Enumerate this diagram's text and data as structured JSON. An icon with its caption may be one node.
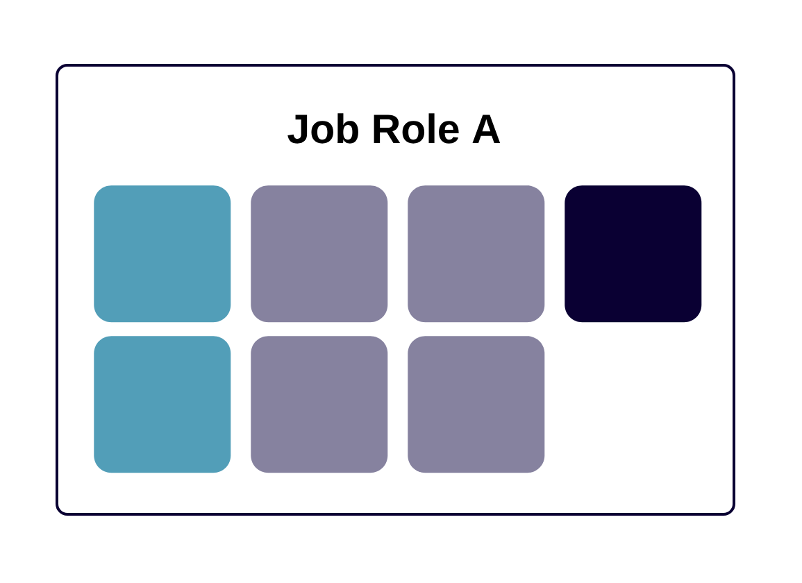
{
  "diagram": {
    "nodes": [
      {
        "text": [
          "Job Role A"
        ]
      },
      {
        "text": [],
        "shape": "box",
        "in": 0
      },
      {
        "text": [],
        "shape": "box",
        "in": 0
      },
      {
        "text": [],
        "shape": "box",
        "in": 0
      },
      {
        "text": [],
        "shape": "box",
        "in": 0
      },
      {
        "text": [],
        "shape": "box",
        "in": 0
      },
      {
        "text": [],
        "shape": "box",
        "in": 0
      },
      {
        "text": [],
        "shape": "box",
        "in": 0
      }
    ]
  }
}
